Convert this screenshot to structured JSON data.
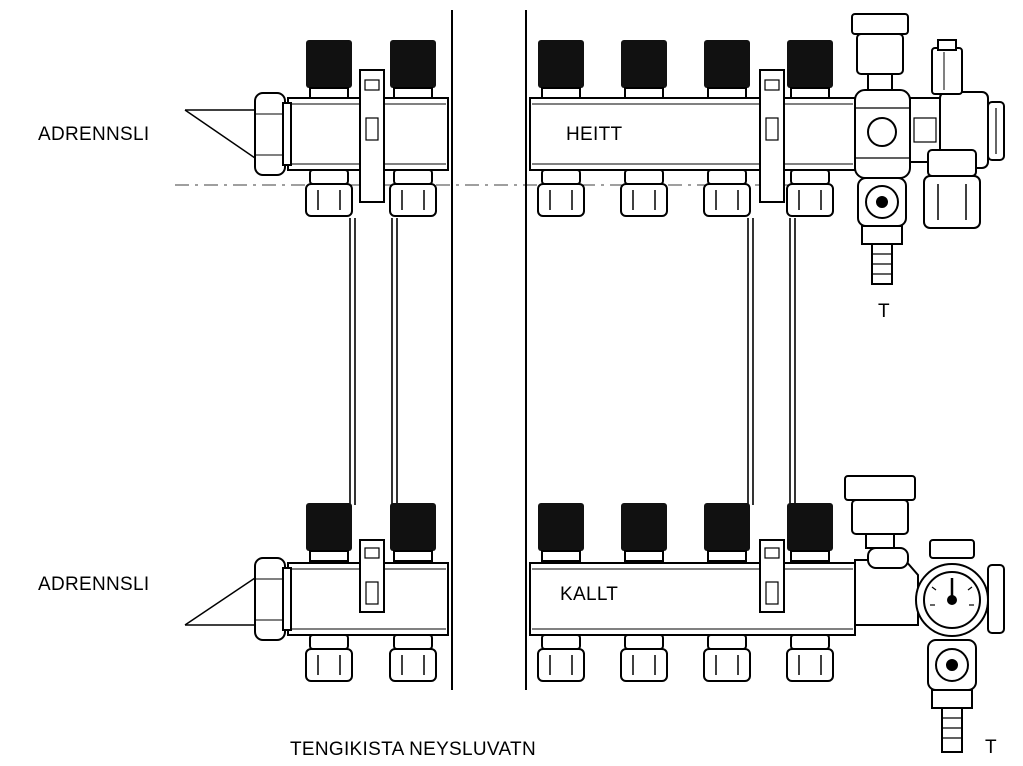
{
  "labels": {
    "top_left": "ADRENNSLI",
    "bottom_left": "ADRENNSLI",
    "top_manifold": "HEITT",
    "bottom_manifold": "KALLT",
    "top_right_outlet": "T",
    "bottom_right_outlet": "T",
    "bottom_caption": "TENGIKISTA NEYSLUVATN"
  },
  "colors": {
    "line": "#000000",
    "knob": "#111111",
    "background": "#ffffff"
  }
}
